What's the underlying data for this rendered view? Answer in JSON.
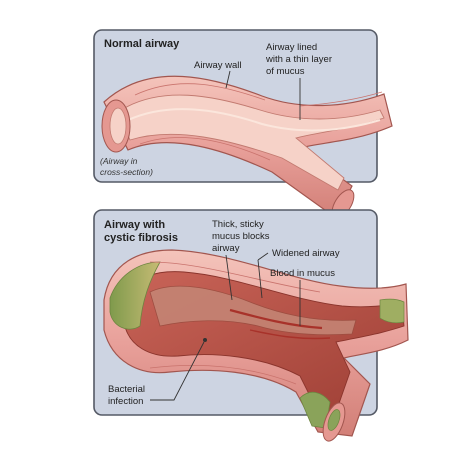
{
  "panels": {
    "normal": {
      "title": "Normal airway",
      "labels": {
        "airway_wall": "Airway wall",
        "mucus_line1": "Airway lined",
        "mucus_line2": "with a thin layer",
        "mucus_line3": "of mucus",
        "note_line1": "(Airway in",
        "note_line2": "cross-section)"
      }
    },
    "cf": {
      "title_line1": "Airway with",
      "title_line2": "cystic fibrosis",
      "labels": {
        "mucus_line1": "Thick, sticky",
        "mucus_line2": "mucus blocks",
        "mucus_line3": "airway",
        "widened": "Widened airway",
        "blood": "Blood in mucus",
        "infection_line1": "Bacterial",
        "infection_line2": "infection"
      }
    }
  },
  "colors": {
    "panel_bg": "#cdd4e2",
    "panel_border": "#555a66",
    "wall_outer": "#e8a09a",
    "wall_mid": "#f2bdb4",
    "wall_dark": "#c9736d",
    "lumen_dark": "#b25245",
    "mucus_yellow": "#c9c07a",
    "mucus_green": "#8aa35a",
    "blood_red": "#a8322a"
  }
}
